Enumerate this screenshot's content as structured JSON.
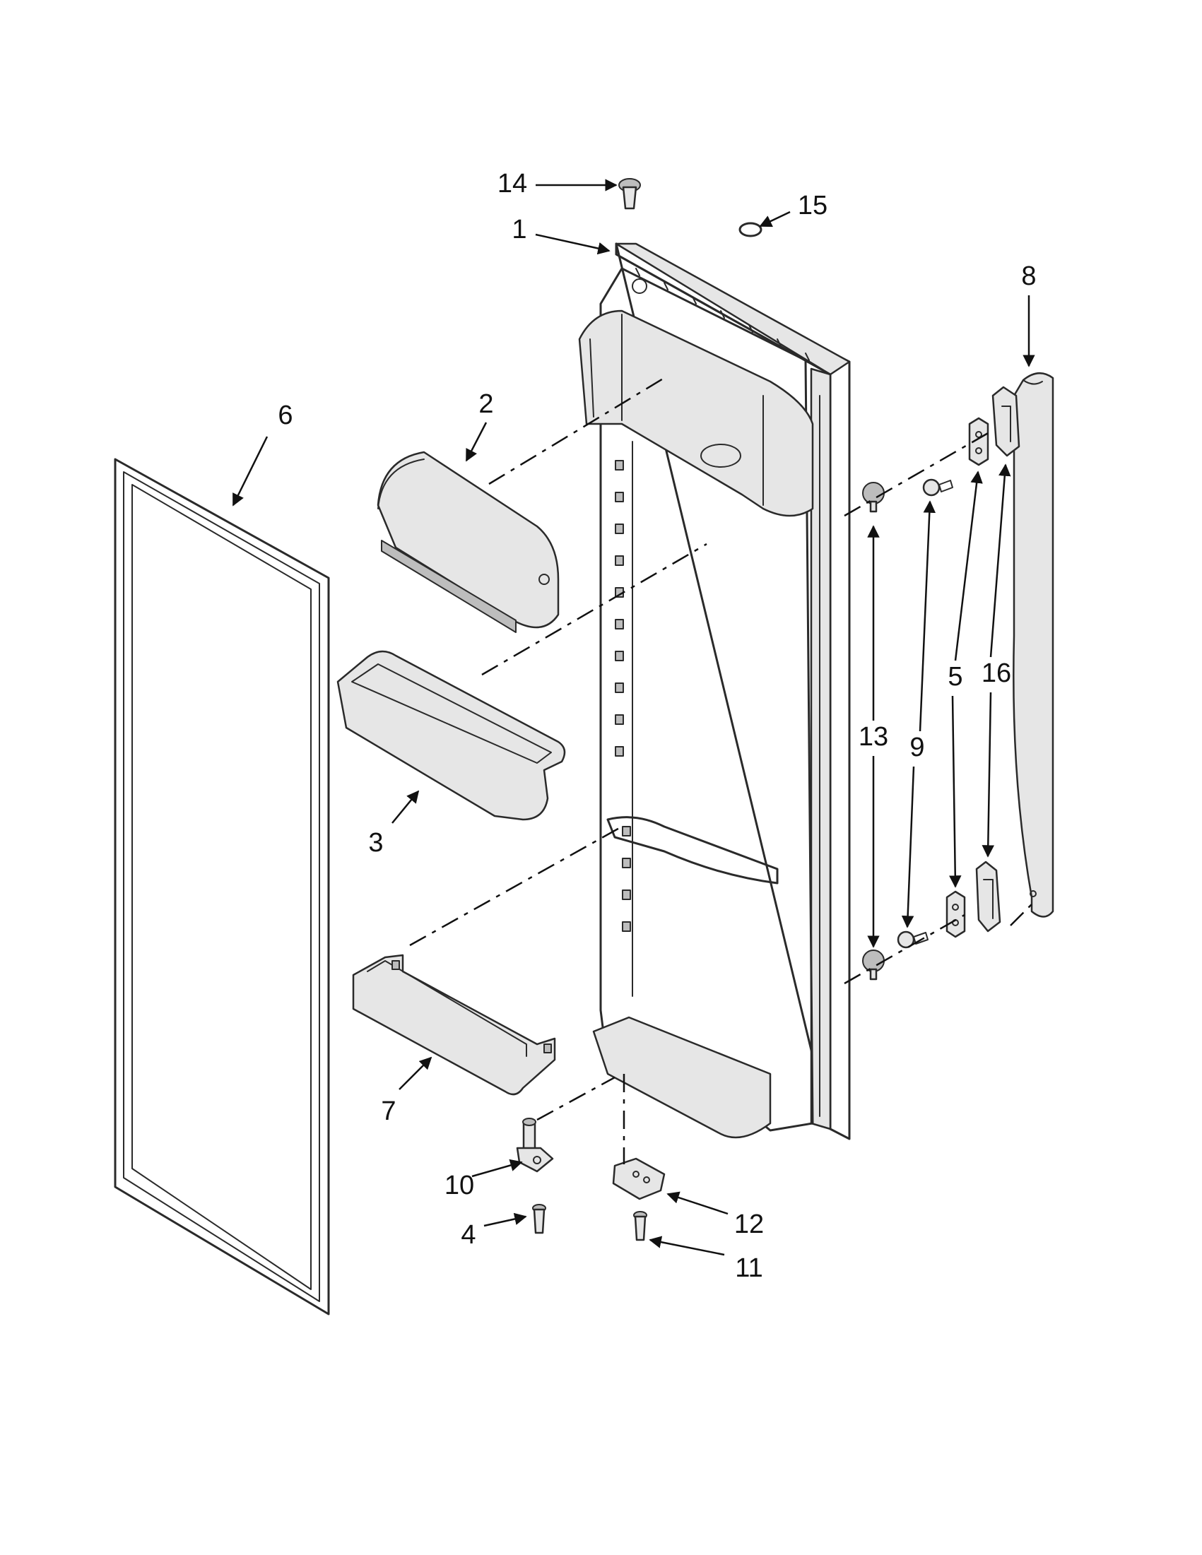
{
  "callouts": {
    "c1": "1",
    "c2": "2",
    "c3": "3",
    "c4": "4",
    "c5": "5",
    "c6": "6",
    "c7": "7",
    "c8": "8",
    "c9": "9",
    "c10": "10",
    "c11": "11",
    "c12": "12",
    "c13": "13",
    "c14": "14",
    "c15": "15",
    "c16": "16"
  },
  "colors": {
    "line": "#2a2a2a",
    "background": "#ffffff",
    "shade": "#e6e6e6"
  }
}
